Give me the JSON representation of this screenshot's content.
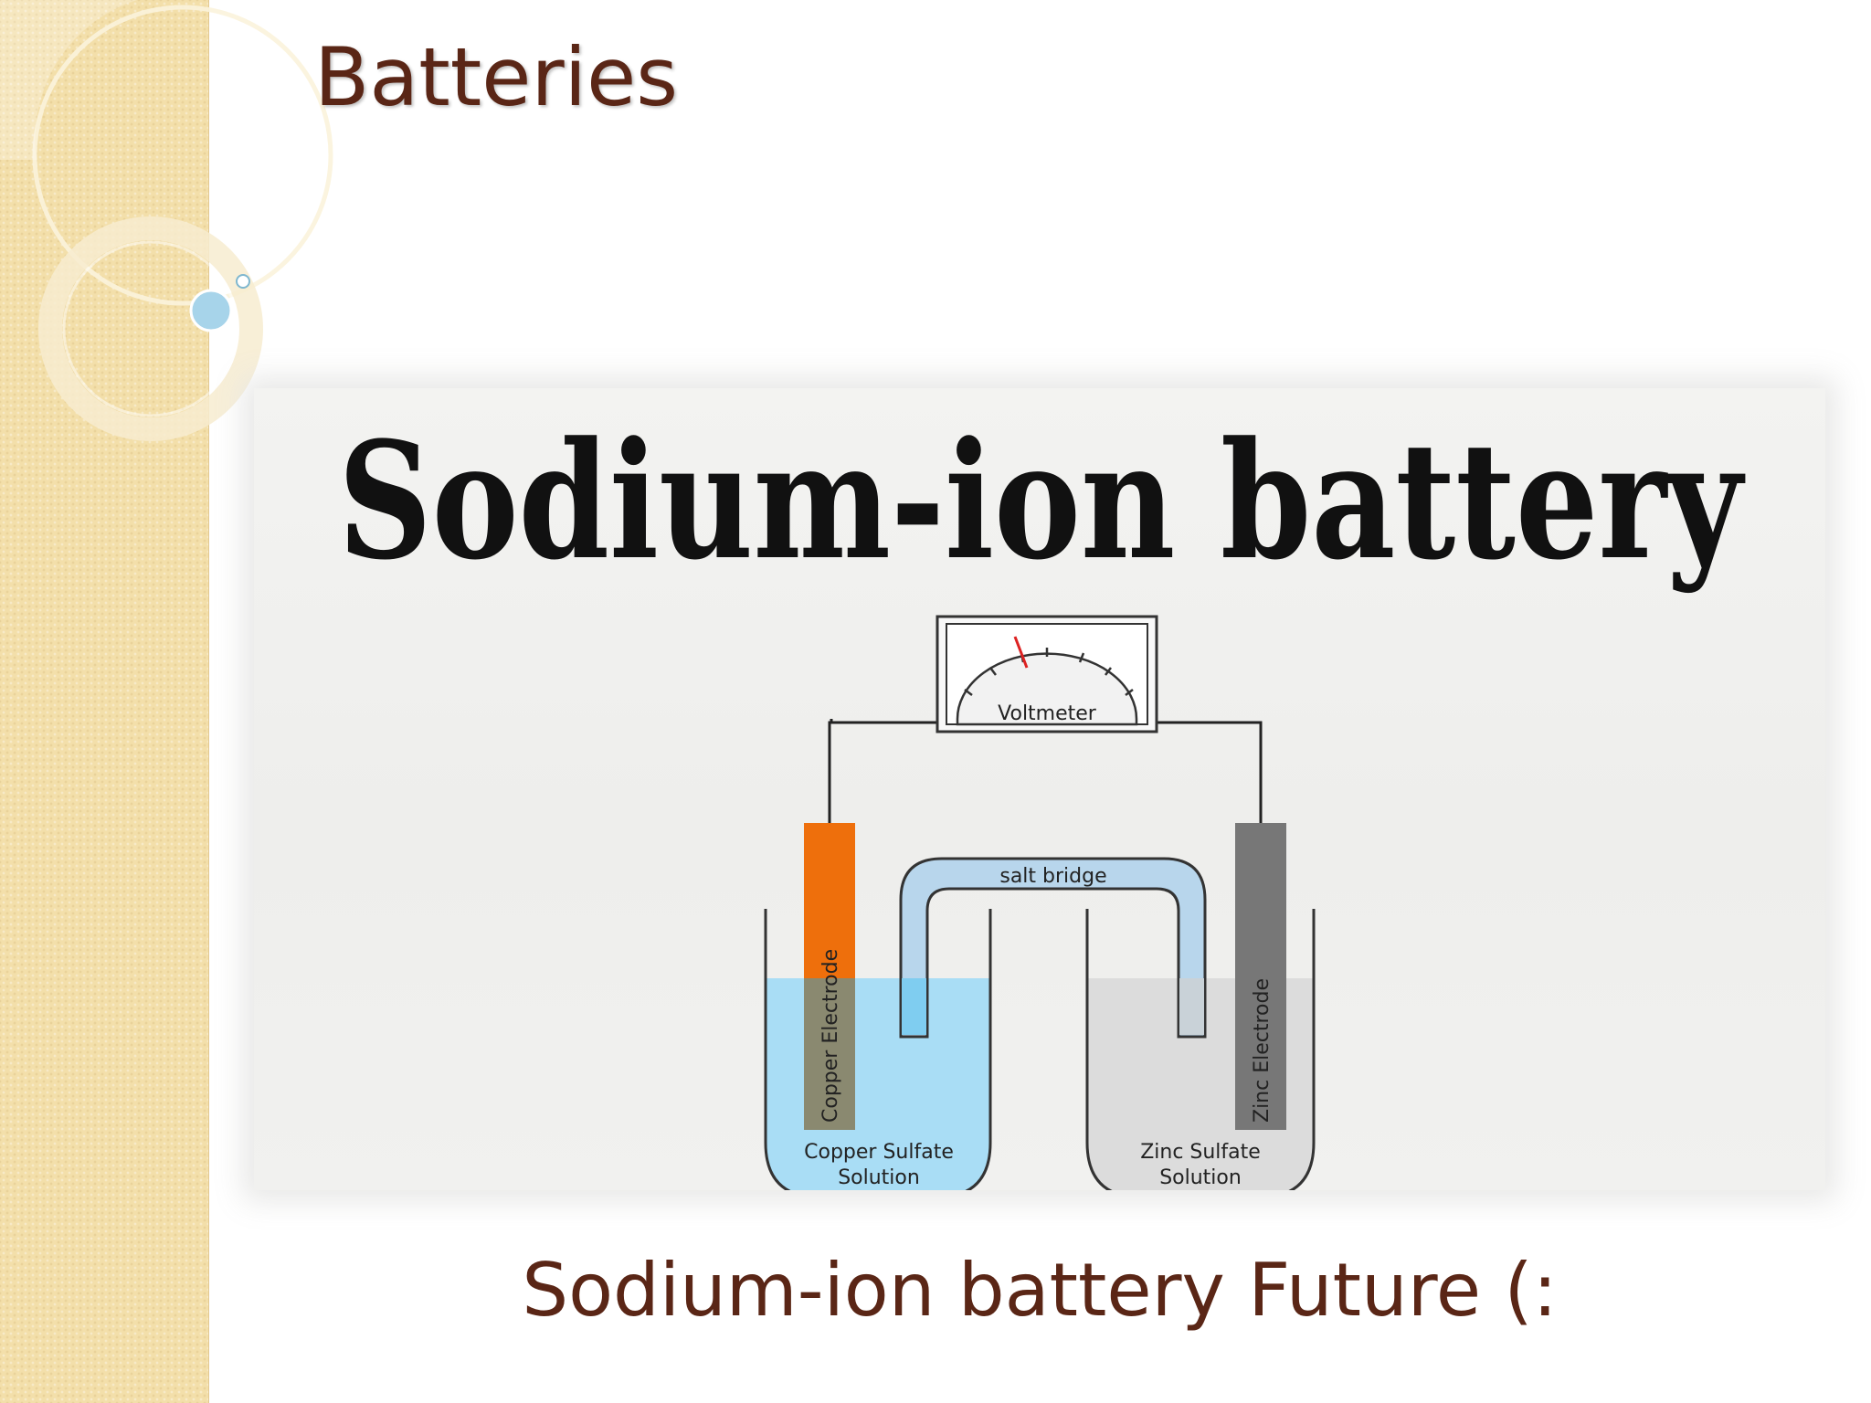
{
  "slide": {
    "title": "Batteries",
    "caption": "Sodium-ion battery Future (:"
  },
  "diagram": {
    "banner_text": "Sodium-ion battery",
    "labels": {
      "voltmeter": "Voltmeter",
      "salt_bridge": "salt bridge",
      "copper_electrode": "Copper Electrode",
      "zinc_electrode": "Zinc Electrode",
      "copper_solution_line1": "Copper Sulfate",
      "copper_solution_line2": "Solution",
      "zinc_solution_line1": "Zinc Sulfate",
      "zinc_solution_line2": "Solution"
    },
    "colors": {
      "copper_electrode": "#ee6f0c",
      "zinc_electrode": "#777777",
      "copper_solution": "#a9ddf5",
      "zinc_solution": "#dcdcdc",
      "salt_bridge": "#b8d6ec",
      "voltmeter_needle": "#dd2222"
    }
  },
  "theme": {
    "title_color": "#5a2616",
    "sidebar_color": "#f3dfaa",
    "accent_bubble": "#a7d4ea"
  }
}
